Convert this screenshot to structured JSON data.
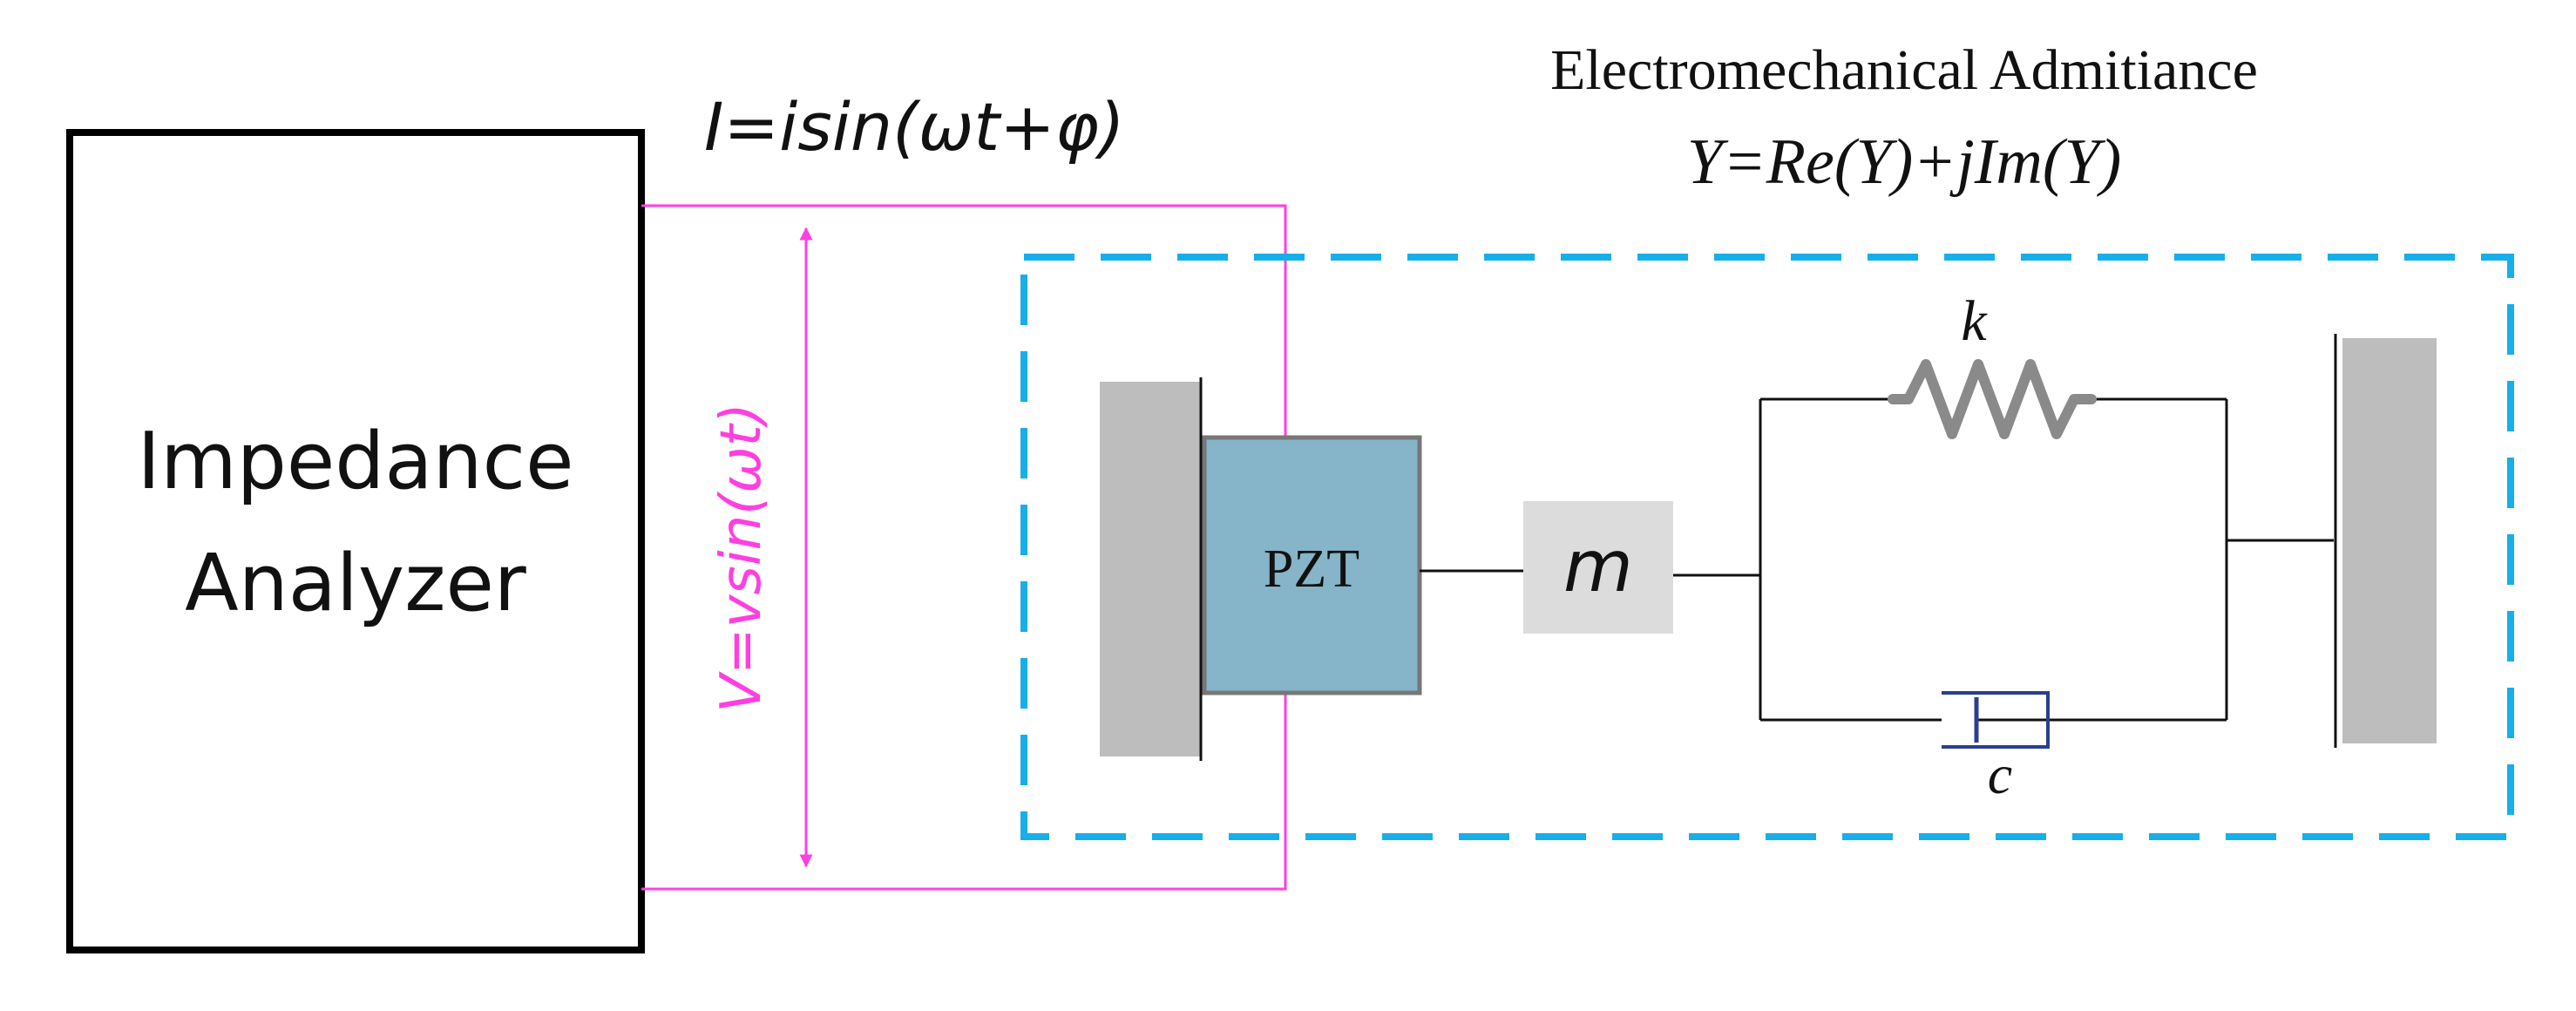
{
  "analyzer": {
    "line1": "Impedance",
    "line2": "Analyzer"
  },
  "current_label": "I=isin(ωt+φ)",
  "voltage_label": "V=vsin(ωt)",
  "admittance": {
    "title": "Electromechanical Admitiance",
    "formula": "Y=Re(Y)+jIm(Y)"
  },
  "pzt_label": "PZT",
  "mass_label": "m",
  "spring_label": "k",
  "damper_label": "c",
  "colors": {
    "magenta": "#ff3fe0",
    "dashed_blue": "#18aee8",
    "pzt_fill": "#86b4c8",
    "wall_gray": "#bdbdbd",
    "mass_gray": "#dcdcdc",
    "spring_gray": "#8a8a8a",
    "damper_blue": "#2a3f8f"
  }
}
